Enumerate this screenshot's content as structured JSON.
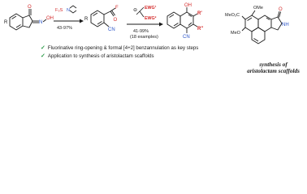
{
  "scheme": {
    "start": {
      "atoms": {
        "o_top": "O",
        "n": "N",
        "oh": "OH"
      },
      "ring_label": "R"
    },
    "reagent_1": {
      "fluorine": "F₃S",
      "nitrogen": "N",
      "yield": "43-97%"
    },
    "intermediate": {
      "carbonyl_o": "O",
      "fluoride": "F",
      "cn": "CN",
      "ring_label": "R"
    },
    "reagent_2": {
      "ewg1": "EWG¹",
      "ewg2": "EWG²",
      "anion": "⊖",
      "yield": "41-99%",
      "examples": "(18 examples)"
    },
    "product": {
      "oh": "OH",
      "r_prime": "R′",
      "r_double_prime": "R″",
      "cn": "CN"
    },
    "target": {
      "ester": "MeO₂C",
      "ome_top": "OMe",
      "meo_bottom": "MeO",
      "o": "O",
      "nh": "NH"
    }
  },
  "bullets": [
    "Fluorinative ring-opening & formal [4+2] benzannulation as key steps",
    "Application to synthesis of aristolactam scaffolds"
  ],
  "caption": {
    "line1": "synthesis of",
    "line2": "aristolactam scaffolds"
  },
  "colors": {
    "ewg": "#d42a2a",
    "nitrogen_blue": "#2a54c8",
    "check_green": "#2e9c4a",
    "fluorine_red": "#d42a2a",
    "bond": "#1a1a1a"
  }
}
